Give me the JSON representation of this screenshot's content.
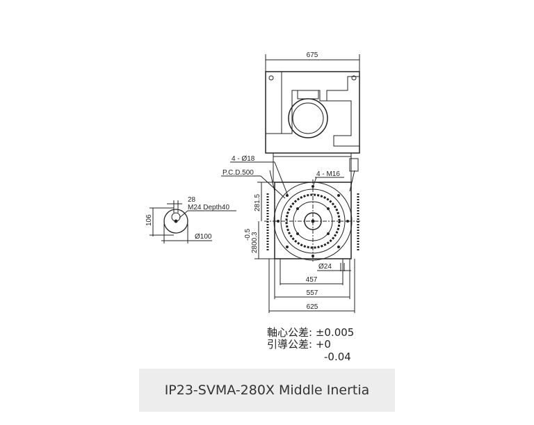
{
  "drawing": {
    "dim_width_top": "675",
    "label_holes": "4 - Ø18",
    "label_pcd": "P.C.D.500",
    "label_taps": "4 - M16",
    "dim_281": "281.5",
    "dim_2800": "2800.3",
    "dim_2800_tol": "-0.5",
    "dim_shaft_key": "28",
    "label_shaft_thread": "M24 Depth40",
    "dim_106": "106",
    "dim_d100": "Ø100",
    "dim_d24": "Ø24",
    "dim_457": "457",
    "dim_557": "557",
    "dim_625": "625"
  },
  "tolerance": {
    "axis_label": "軸心公差:",
    "axis_value": "±0.005",
    "guide_label": "引導公差:",
    "guide_upper": "+0",
    "guide_lower": "-0.04"
  },
  "caption": "IP23-SVMA-280X Middle Inertia"
}
